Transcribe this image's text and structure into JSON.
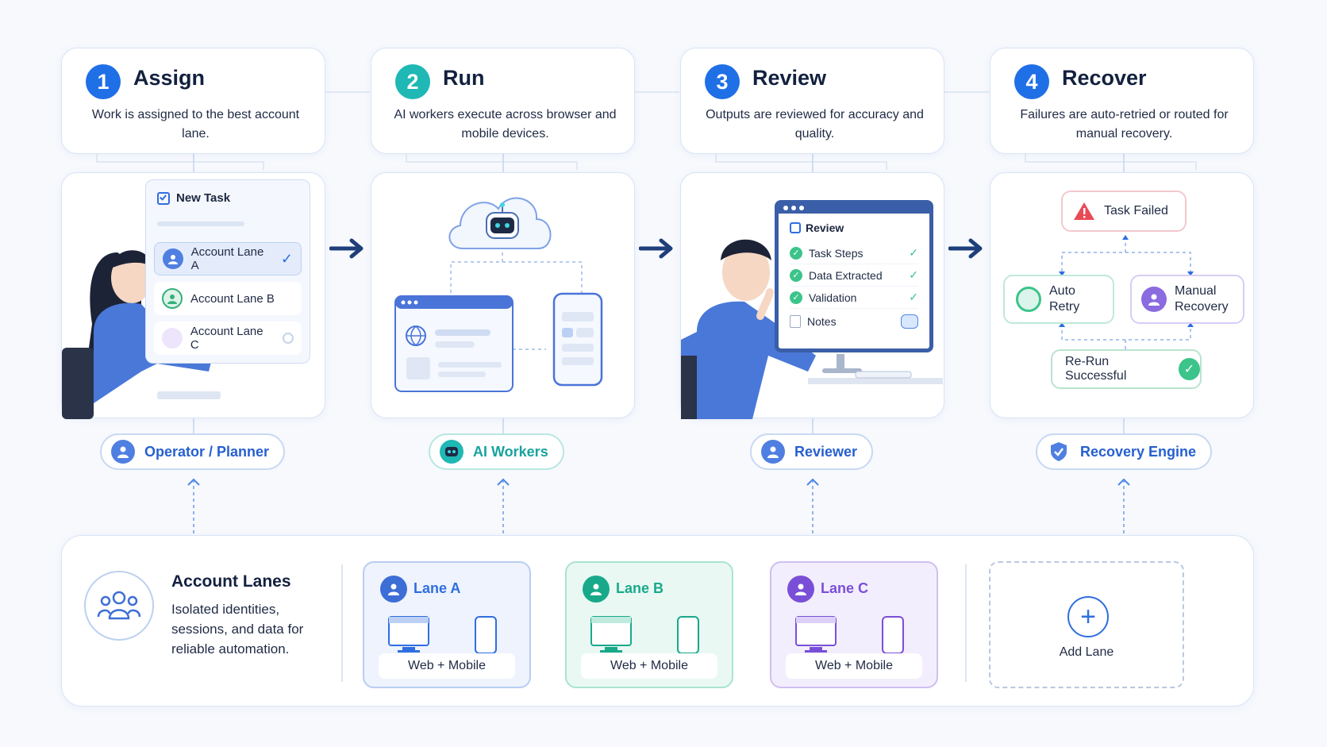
{
  "steps": [
    {
      "number": "1",
      "name": "Assign",
      "desc": "Work is assigned to the best account lane.",
      "color": "#1f6fe6"
    },
    {
      "number": "2",
      "name": "Run",
      "desc": "AI workers execute across browser and mobile devices.",
      "color": "#1fb8b4"
    },
    {
      "number": "3",
      "name": "Review",
      "desc": "Outputs are reviewed for accuracy and quality.",
      "color": "#1f6fe6"
    },
    {
      "number": "4",
      "name": "Recover",
      "desc": "Failures are auto-retried or routed for manual recovery.",
      "color": "#1f6fe6"
    }
  ],
  "assign_panel": {
    "title": "New Task",
    "lanes": [
      {
        "label": "Account Lane A",
        "color": "#4f7fe0"
      },
      {
        "label": "Account Lane B",
        "color": "#33b07a"
      },
      {
        "label": "Account Lane C",
        "color": "#8a6be0"
      }
    ]
  },
  "review_panel": {
    "title": "Review",
    "items": [
      "Task Steps",
      "Data Extracted",
      "Validation",
      "Notes"
    ]
  },
  "recover_panel": {
    "failed": "Task Failed",
    "auto": "Auto Retry",
    "manual": "Manual Recovery",
    "success": "Re-Run Successful"
  },
  "roles": [
    "Operator / Planner",
    "AI Workers",
    "Reviewer",
    "Recovery Engine"
  ],
  "account_lanes": {
    "title": "Account Lanes",
    "desc": "Isolated identities, sessions, and data for reliable automation.",
    "lanes": [
      {
        "name": "Lane A",
        "foot": "Web + Mobile",
        "color": "#2f6ee0",
        "bg": "#eef3fd",
        "border": "#b9cdf2"
      },
      {
        "name": "Lane B",
        "foot": "Web + Mobile",
        "color": "#18a98a",
        "bg": "#e9f8f3",
        "border": "#a9e3d2"
      },
      {
        "name": "Lane C",
        "foot": "Web + Mobile",
        "color": "#7a4fd8",
        "bg": "#f3eefd",
        "border": "#cfbff2"
      }
    ],
    "add_label": "Add Lane"
  }
}
